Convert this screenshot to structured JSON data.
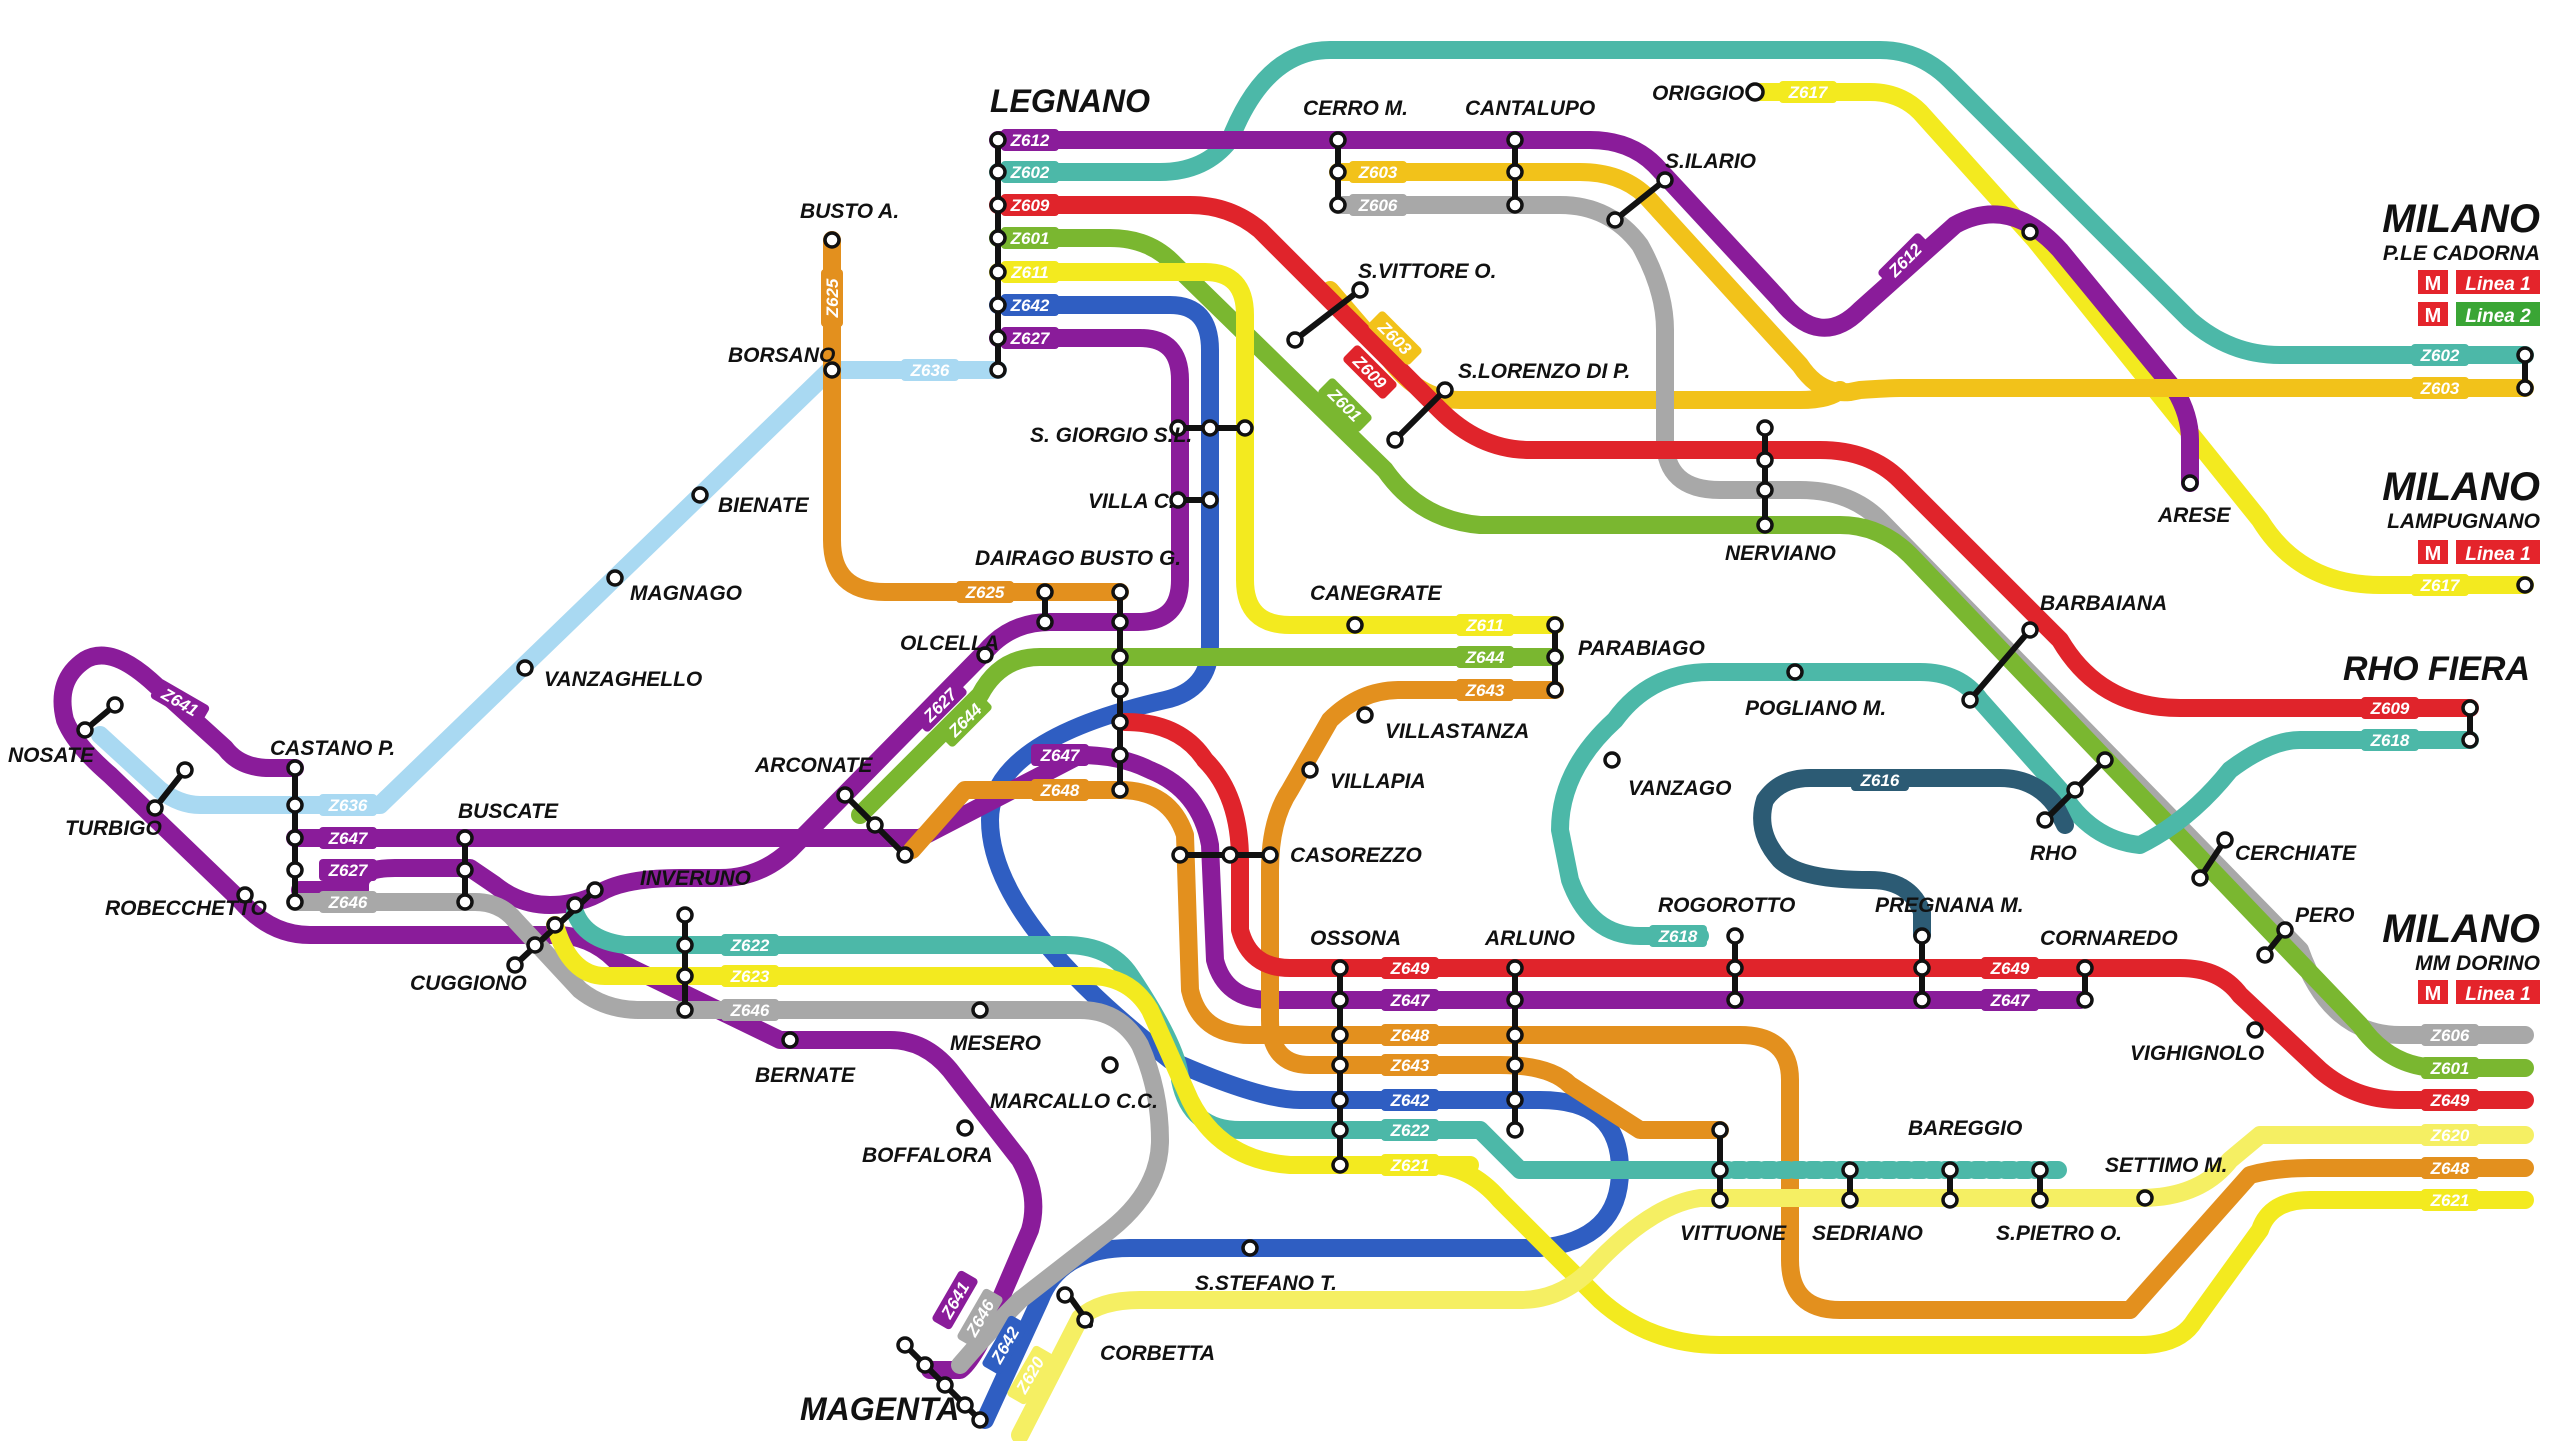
{
  "colors": {
    "purple": "#8a1c9a",
    "teal": "#4cb8a8",
    "red": "#e0242b",
    "green": "#7ab730",
    "yellow": "#f3ea1f",
    "blue": "#2f5ec2",
    "gray": "#a8a8a8",
    "lightblue": "#a9d9f2",
    "orange": "#e3901e",
    "gold": "#f2c21a",
    "darkteal": "#2c5b74",
    "paleyellow": "#f5ef63",
    "metro_red": "#e4242b",
    "metro_green": "#3aa535"
  },
  "hubs": [
    {
      "name": "MILANO",
      "sub": "P.LE CADORNA",
      "lines": [
        "Linea 1",
        "Linea 2"
      ]
    },
    {
      "name": "MILANO",
      "sub": "LAMPUGNANO",
      "lines": [
        "Linea 1"
      ]
    },
    {
      "name": "RHO FIERA",
      "sub": "",
      "lines": []
    },
    {
      "name": "MILANO",
      "sub": "MM DORINO",
      "lines": [
        "Linea 1"
      ]
    }
  ],
  "metro_symbol": "M",
  "towns": {
    "legnano": "LEGNANO",
    "magenta": "MAGENTA"
  },
  "stations": {
    "cerro": "CERRO M.",
    "cantalupo": "CANTALUPO",
    "origgio": "ORIGGIO",
    "silario": "S.ILARIO",
    "bustoa": "BUSTO A.",
    "borsano": "BORSANO",
    "svittore": "S.VITTORE O.",
    "slorenzo": "S.LORENZO DI P.",
    "sgiorgio": "S. GIORGIO S.L.",
    "villac": "VILLA C.",
    "bienate": "BIENATE",
    "magnago": "MAGNAGO",
    "vanzaghello": "VANZAGHELLO",
    "dairago": "DAIRAGO",
    "bustog": "BUSTO G.",
    "canegrate": "CANEGRATE",
    "olcella": "OLCELLA",
    "parabiago": "PARABIAGO",
    "nerviano": "NERVIANO",
    "arese": "ARESE",
    "barbaiana": "BARBAIANA",
    "villastanza": "VILLASTANZA",
    "villapia": "VILLAPIA",
    "polianom": "POGLIANO M.",
    "vanzago": "VANZAGO",
    "nosate": "NOSATE",
    "turbigo": "TURBIGO",
    "castano": "CASTANO P.",
    "arconate": "ARCONATE",
    "buscate": "BUSCATE",
    "robecchetto": "ROBECCHETTO",
    "inveruno": "INVERUNO",
    "casorezzo": "CASOREZZO",
    "rho": "RHO",
    "cerchiate": "CERCHIATE",
    "cuggiono": "CUGGIONO",
    "ossona": "OSSONA",
    "arluno": "ARLUNO",
    "rogorotto": "ROGOROTTO",
    "pregnana": "PREGNANA M.",
    "cornaredo": "CORNAREDO",
    "pero": "PERO",
    "mesero": "MESERO",
    "bernate": "BERNATE",
    "marcallo": "MARCALLO C.C.",
    "vighignolo": "VIGHIGNOLO",
    "bareggio": "BAREGGIO",
    "settimo": "SETTIMO M.",
    "boffalora": "BOFFALORA",
    "vittuone": "VITTUONE",
    "sedriano": "SEDRIANO",
    "spietro": "S.PIETRO O.",
    "sstefano": "S.STEFANO T.",
    "corbetta": "CORBETTA"
  },
  "route_tags": [
    "Z612",
    "Z602",
    "Z609",
    "Z601",
    "Z611",
    "Z642",
    "Z627",
    "Z603",
    "Z606",
    "Z617",
    "Z625",
    "Z636",
    "Z641",
    "Z647",
    "Z646",
    "Z644",
    "Z643",
    "Z648",
    "Z622",
    "Z623",
    "Z621",
    "Z620",
    "Z618",
    "Z616",
    "Z649"
  ]
}
